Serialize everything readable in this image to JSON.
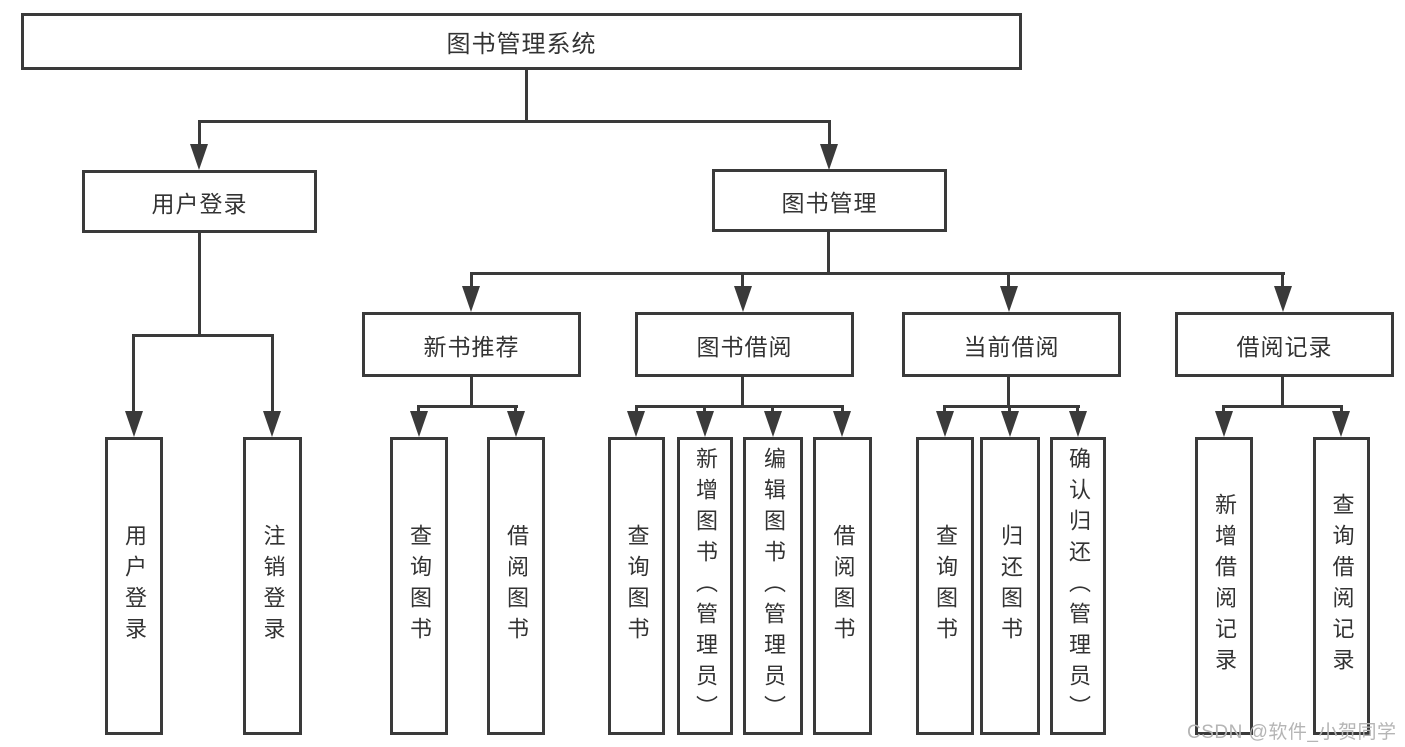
{
  "colors": {
    "line": "#3a3a3a",
    "text": "#333333",
    "box_background": "#ffffff",
    "watermark": "#b5b5b5"
  },
  "tree": {
    "root": {
      "label": "图书管理系统",
      "children": [
        {
          "label": "用户登录",
          "children": [
            {
              "label": "用户登录"
            },
            {
              "label": "注销登录"
            }
          ]
        },
        {
          "label": "图书管理",
          "children": [
            {
              "label": "新书推荐",
              "children": [
                {
                  "label": "查询图书"
                },
                {
                  "label": "借阅图书"
                }
              ]
            },
            {
              "label": "图书借阅",
              "children": [
                {
                  "label": "查询图书"
                },
                {
                  "label": "新增图书（管理员）"
                },
                {
                  "label": "编辑图书（管理员）"
                },
                {
                  "label": "借阅图书"
                }
              ]
            },
            {
              "label": "当前借阅",
              "children": [
                {
                  "label": "查询图书"
                },
                {
                  "label": "归还图书"
                },
                {
                  "label": "确认归还（管理员）"
                }
              ]
            },
            {
              "label": "借阅记录",
              "children": [
                {
                  "label": "新增借阅记录"
                },
                {
                  "label": "查询借阅记录"
                }
              ]
            }
          ]
        }
      ]
    }
  },
  "watermark": {
    "text": "CSDN @软件_小贺同学"
  }
}
